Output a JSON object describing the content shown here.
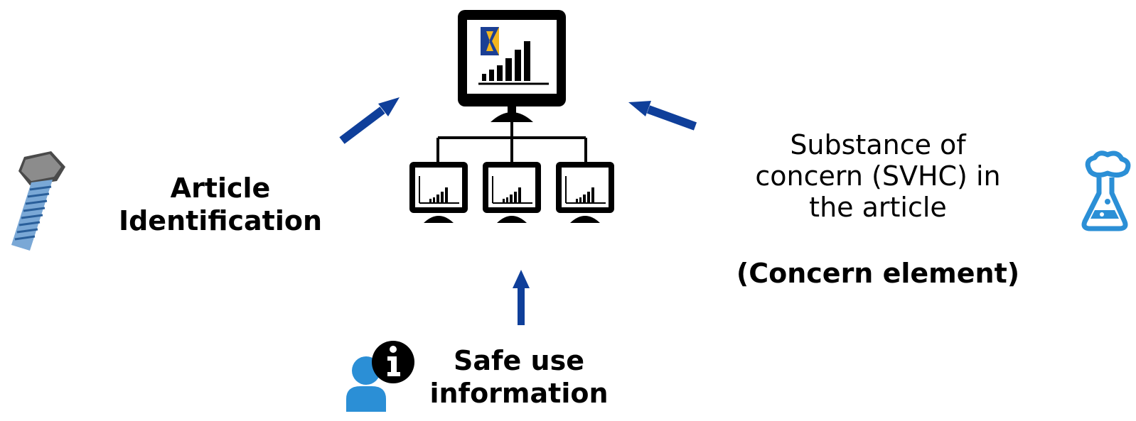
{
  "diagram": {
    "center": {
      "main_monitor": {
        "icon": "monitor-bar-chart-icon",
        "logo": "echa-logo-icon"
      },
      "network_monitors": [
        "monitor-bar-chart-icon",
        "monitor-bar-chart-icon",
        "monitor-bar-chart-icon"
      ]
    },
    "left": {
      "icon": "bolt-icon",
      "label_line1": "Article",
      "label_line2": "Identification"
    },
    "right": {
      "icon": "flask-icon",
      "label_line1": "Substance of",
      "label_line2": "concern (SVHC) in",
      "label_line3": "the article",
      "label_bold": "(Concern element)"
    },
    "bottom": {
      "icon": "user-info-icon",
      "label_line1": "Safe use",
      "label_line2": "information"
    },
    "colors": {
      "arrow": "#0f3f9a",
      "icon_blue": "#2b8fd6",
      "monitor": "#000000",
      "logo_blue": "#1b3f94",
      "logo_yellow": "#f2b51f"
    }
  }
}
